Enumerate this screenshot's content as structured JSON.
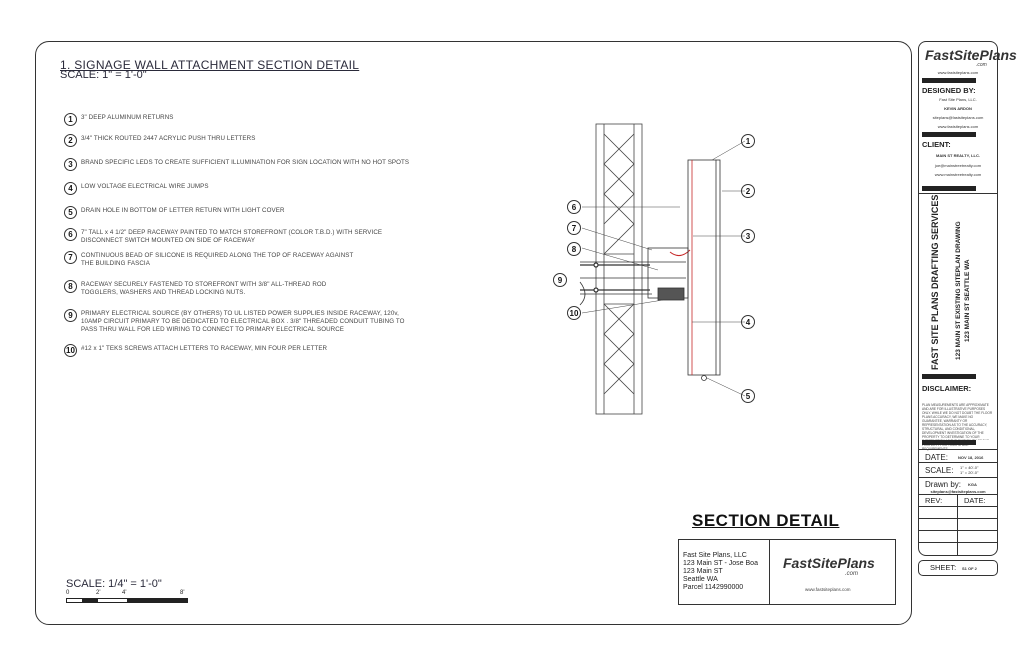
{
  "drawing": {
    "title": "1. SIGNAGE WALL ATTACHMENT SECTION DETAIL",
    "scale": "SCALE: 1\" = 1'-0\"",
    "notes": [
      {
        "num": "1",
        "text": "3\" DEEP ALUMINUM RETURNS"
      },
      {
        "num": "2",
        "text": "3/4\" THICK ROUTED 2447 ACRYLIC PUSH THRU LETTERS"
      },
      {
        "num": "3",
        "text": "BRAND SPECIFIC LEDS TO CREATE SUFFICIENT ILLUMINATION FOR SIGN LOCATION WITH NO HOT SPOTS"
      },
      {
        "num": "4",
        "text": "LOW VOLTAGE ELECTRICAL WIRE JUMPS"
      },
      {
        "num": "5",
        "text": "DRAIN HOLE IN BOTTOM OF LETTER RETURN WITH LIGHT COVER"
      },
      {
        "num": "6",
        "text": "7\" TALL x 4 1/2\" DEEP RACEWAY PAINTED TO MATCH STOREFRONT (COLOR T.B.D.) WITH SERVICE DISCONNECT SWITCH MOUNTED ON SIDE OF RACEWAY"
      },
      {
        "num": "7",
        "text": "CONTINUOUS BEAD OF SILICONE IS REQUIRED ALONG THE TOP OF RACEWAY AGAINST THE BUILDING FASCIA"
      },
      {
        "num": "8",
        "text": "RACEWAY SECURELY FASTENED TO STOREFRONT WITH 3/8\" ALL-THREAD ROD TOGGLERS, WASHERS AND THREAD LOCKING NUTS."
      },
      {
        "num": "9",
        "text": "PRIMARY ELECTRICAL SOURCE (BY OTHERS) TO UL LISTED POWER SUPPLIES INSIDE RACEWAY, 120v, 10AMP CIRCUIT PRIMARY TO BE DEDICATED TO ELECTRICAL BOX . 3/8\" THREADED CONDUIT TUBING TO PASS THRU WALL FOR LED WIRING TO CONNECT TO PRIMARY ELECTRICAL SOURCE"
      },
      {
        "num": "10",
        "text": "#12 x 1\" TEKS SCREWS ATTACH LETTERS TO RACEWAY, MIN FOUR PER LETTER"
      }
    ],
    "callouts_left": [
      "6",
      "7",
      "8",
      "9",
      "10"
    ],
    "callouts_right": [
      "1",
      "2",
      "3",
      "4",
      "5"
    ],
    "section_label": "SECTION DETAIL",
    "bottom_scale": "SCALE: 1/4\" = 1'-0\"",
    "scalebar_ticks": [
      "0",
      "2'",
      "4'",
      "8'"
    ],
    "info": {
      "company": "Fast Site Plans, LLC",
      "address1": "123 Main ST - Jose Boa",
      "address2": "123 Main ST",
      "city": "Seattle WA",
      "parcel": "Parcel 1142990000",
      "logo": "FastSitePlans",
      "logo_com": ".com",
      "url": "www.fastsiteplans.com"
    }
  },
  "titleblock": {
    "logo": "FastSitePlans",
    "logo_com": ".com",
    "url": "www.fastsiteplans.com",
    "designed_by_label": "DESIGNED BY:",
    "designer_company": "Fast Site Plans, LLC.",
    "designer_name": "KEVIN ARDON",
    "designer_email": "siteplans@fastsiteplans.com",
    "designer_url": "www.fastsiteplans.com",
    "client_label": "CLIENT:",
    "client_name": "MAIN ST REALTY, LLC.",
    "client_email": "joe@mainstreetrealty.com",
    "client_url": "www.mainstreetrealty.com",
    "service_title": "FAST SITE PLANS DRAFTING SERVICES",
    "project_line1": "123 MAIN ST EXISTING SITEPLAN DRAWING",
    "project_line2": "123 MAIN ST SEATTLE WA",
    "disclaimer_label": "DISCLAIMER:",
    "disclaimer_text": "PLAN MEASUREMENTS ARE APPROXIMATE AND ARE FOR ILLUSTRATIVE PURPOSES ONLY. WHILE WE DO NOT DOUBT THE FLOOR PLANS ACCURACY, WE MAKE NO GUARANTEE, WARRANTY OR REPRESENTATION AS TO THE ACCURACY, STRUCTURAL, AND CONDITIONAL, DEVELOPMENT INVESTIGATION OF THE PROPERTY TO DETERMINE TO YOUR SATISFACTION AS THE SUITABILITY OF THE PROPERTY FOR YOUR SPACE REQUIREMENTS.",
    "date_label": "DATE:",
    "date_value": "NOV 18, 2016",
    "scale_label": "SCALE:",
    "scale_value1": "1\" = 40'-0\"",
    "scale_value2": "1\" = 20'-0\"",
    "drawn_by_label": "Drawn by:",
    "drawn_by_value": "KGA",
    "drawn_by_email": "siteplans@fastsiteplans.com",
    "rev_label": "REV:",
    "rev_date_label": "DATE:",
    "sheet_label": "SHEET:",
    "sheet_value": "S1 OF 2"
  }
}
